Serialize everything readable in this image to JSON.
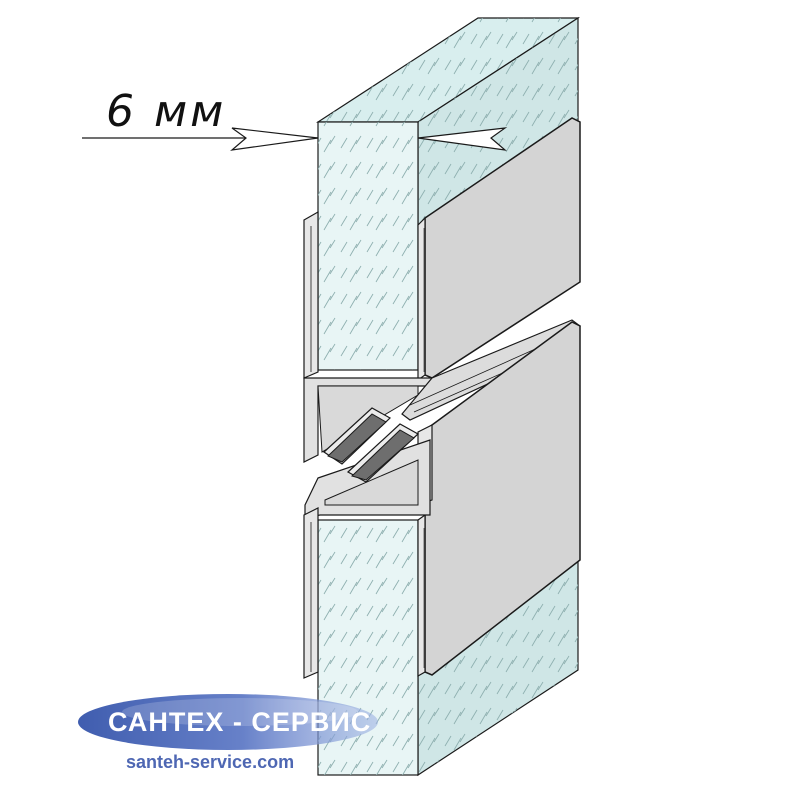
{
  "dimension": {
    "label": "6 мм"
  },
  "watermark": {
    "brand": "САНТЕХ - СЕРВИС",
    "url": "santeh-service.com"
  },
  "colors": {
    "glass_face": "#e8f5f5",
    "glass_top": "#d8eeee",
    "glass_side": "#cfe6e6",
    "glass_hatch": "#8fb0b0",
    "profile_face": "#d4d4d4",
    "profile_edge": "#e7e7e7",
    "magnet": "#6e6e6e",
    "outline": "#1a1a1a",
    "logo_blue": "#4e67b3",
    "logo_swoosh": "#3a5ab0"
  },
  "icons": [
    "magnetic-seal-strip-icon",
    "dimension-arrow-icon",
    "logo-swoosh-icon"
  ]
}
